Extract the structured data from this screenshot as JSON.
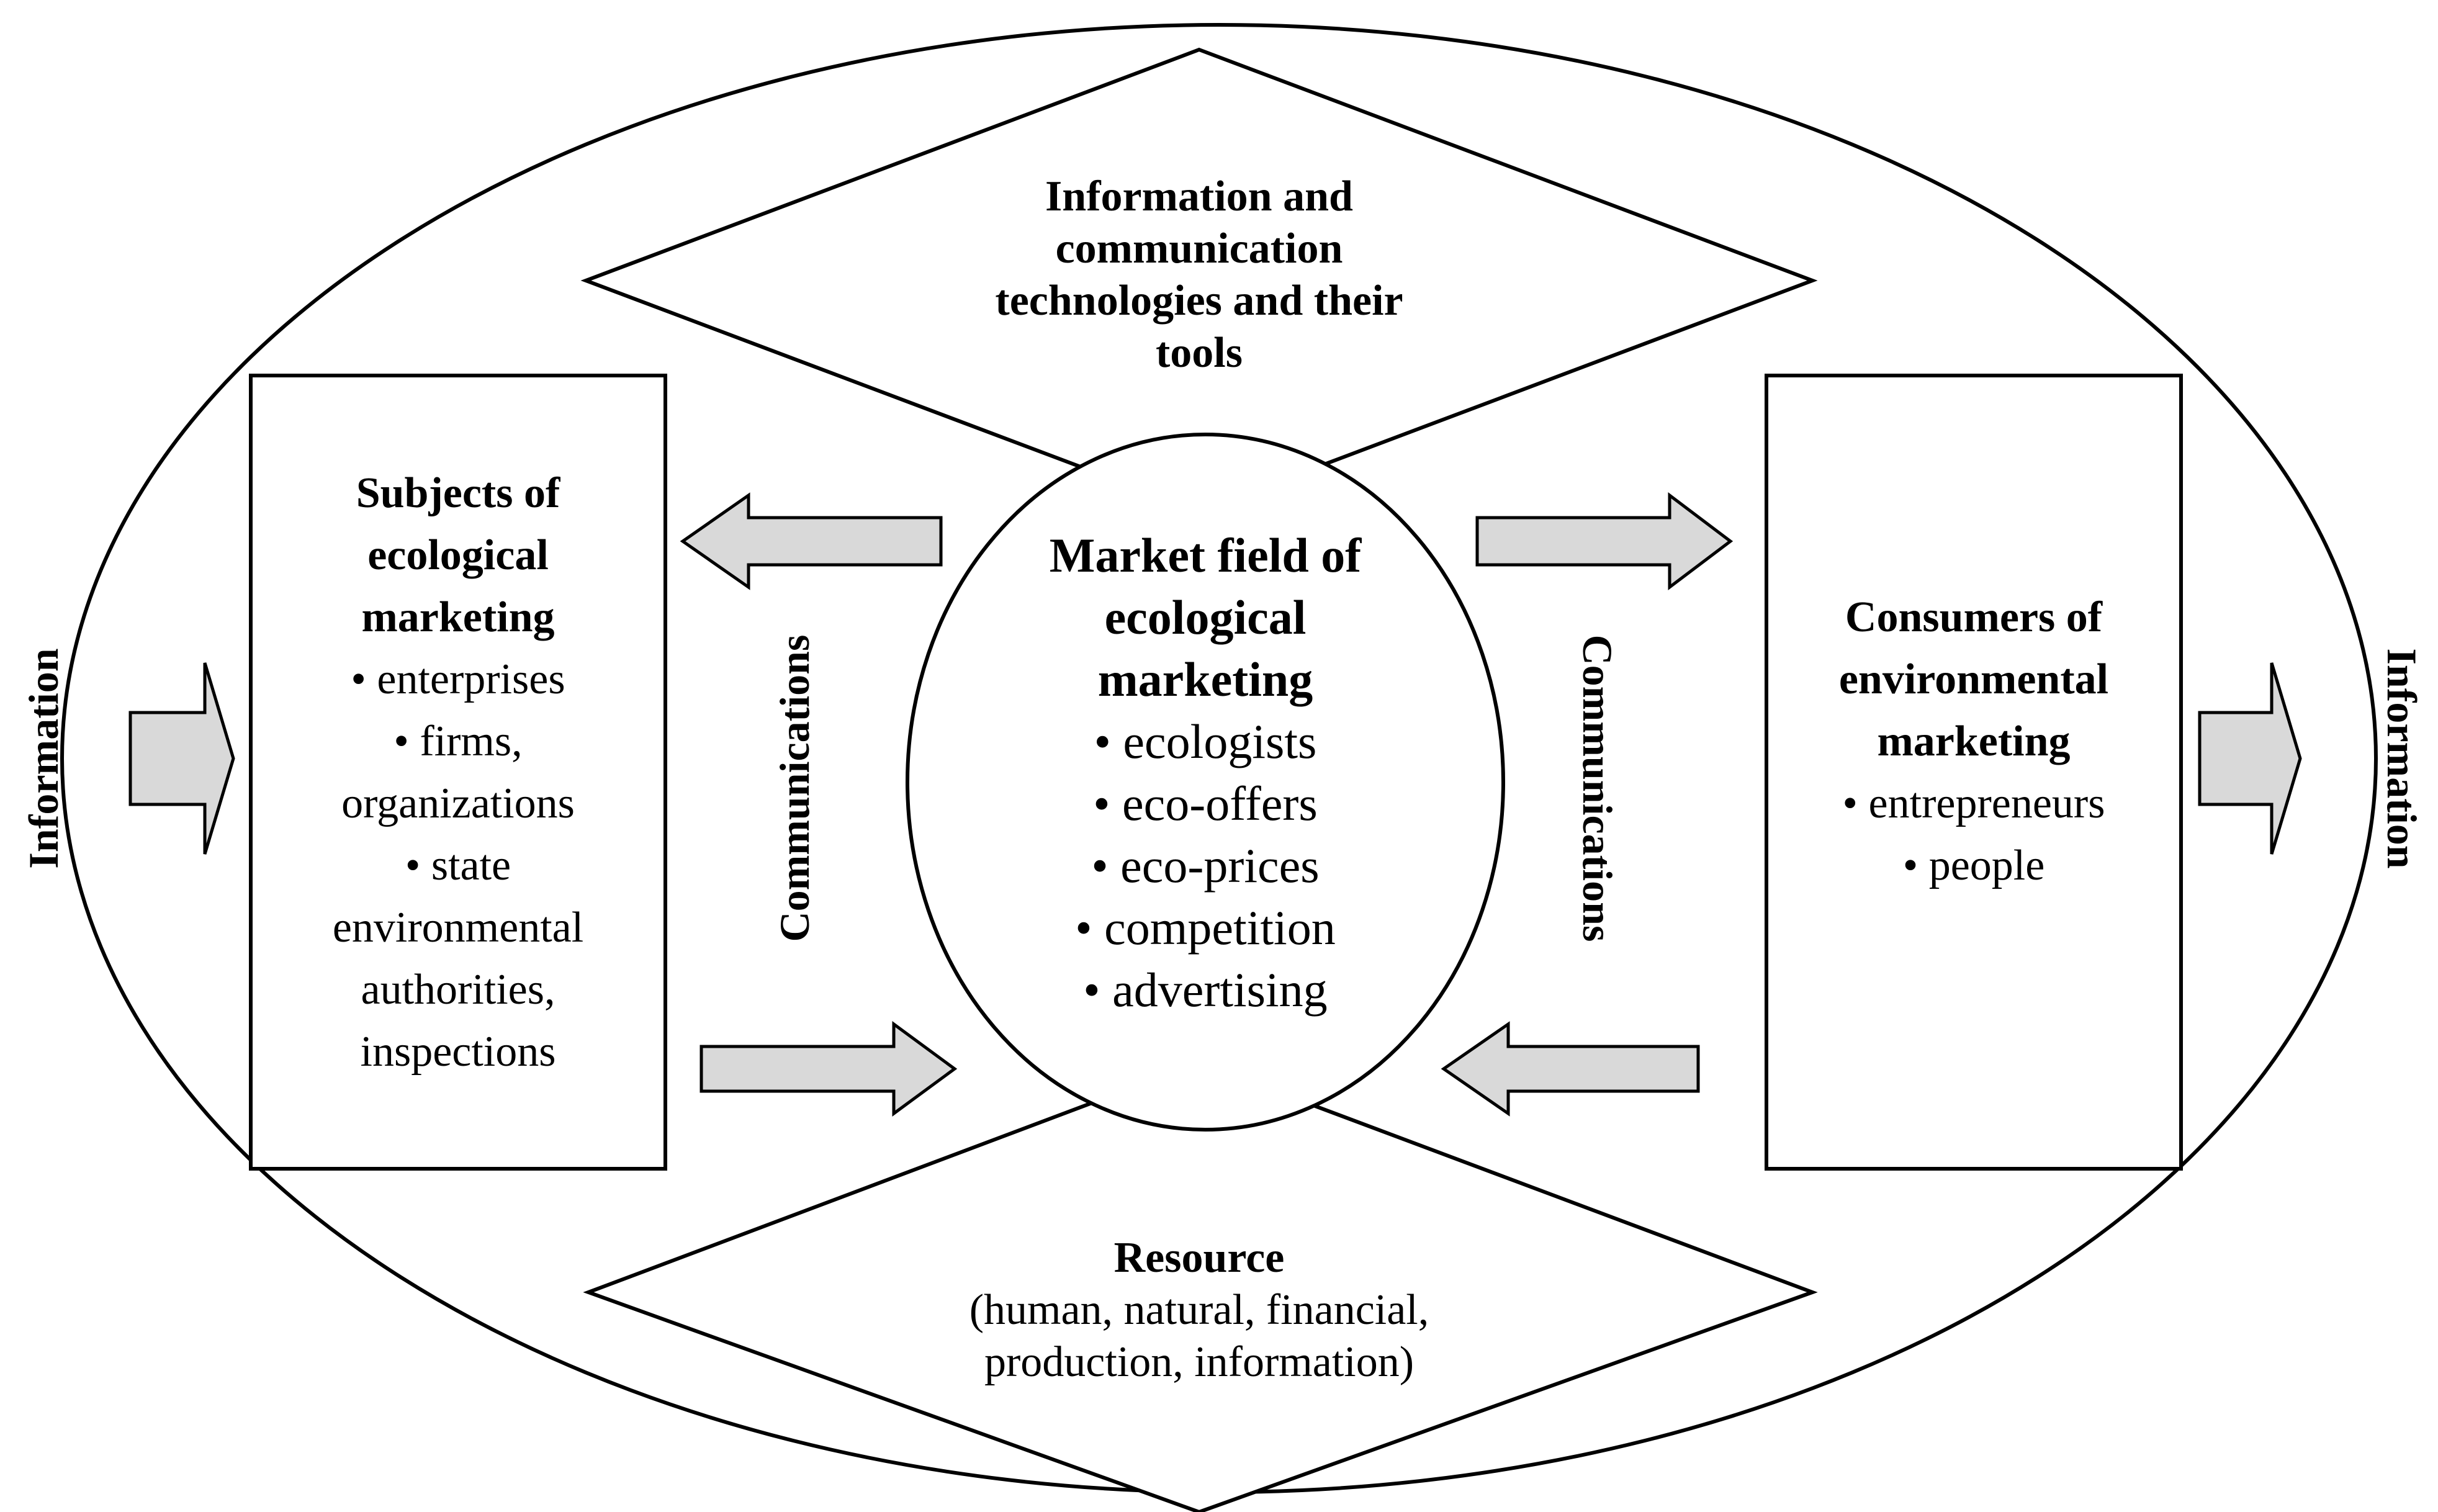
{
  "diagram": {
    "outer_ring": "ellipse",
    "arrow_fill": "#d9d9d9",
    "line_color": "#000000"
  },
  "top_diamond": {
    "lines": [
      "Information and",
      "communication",
      "technologies and their",
      "tools"
    ]
  },
  "bottom_diamond": {
    "title": "Resource",
    "lines": [
      "(human, natural, financial,",
      "production, information)"
    ]
  },
  "center": {
    "title_lines": [
      "Market field of",
      "ecological",
      "marketing"
    ],
    "items": [
      "• ecologists",
      "• eco-offers",
      "• eco-prices",
      "• competition",
      "• advertising"
    ]
  },
  "left_box": {
    "title_lines": [
      "Subjects of",
      "ecological",
      "marketing"
    ],
    "items": [
      "• enterprises",
      "• firms,",
      "organizations",
      "• state",
      "environmental",
      "authorities,",
      "inspections"
    ]
  },
  "right_box": {
    "title_lines": [
      "Consumers of",
      "environmental",
      "marketing"
    ],
    "items": [
      "• entrepreneurs",
      "• people"
    ]
  },
  "side_labels": {
    "left": "Information",
    "right": "Information"
  },
  "flow_labels": {
    "left": "Communications",
    "right": "Communications"
  }
}
